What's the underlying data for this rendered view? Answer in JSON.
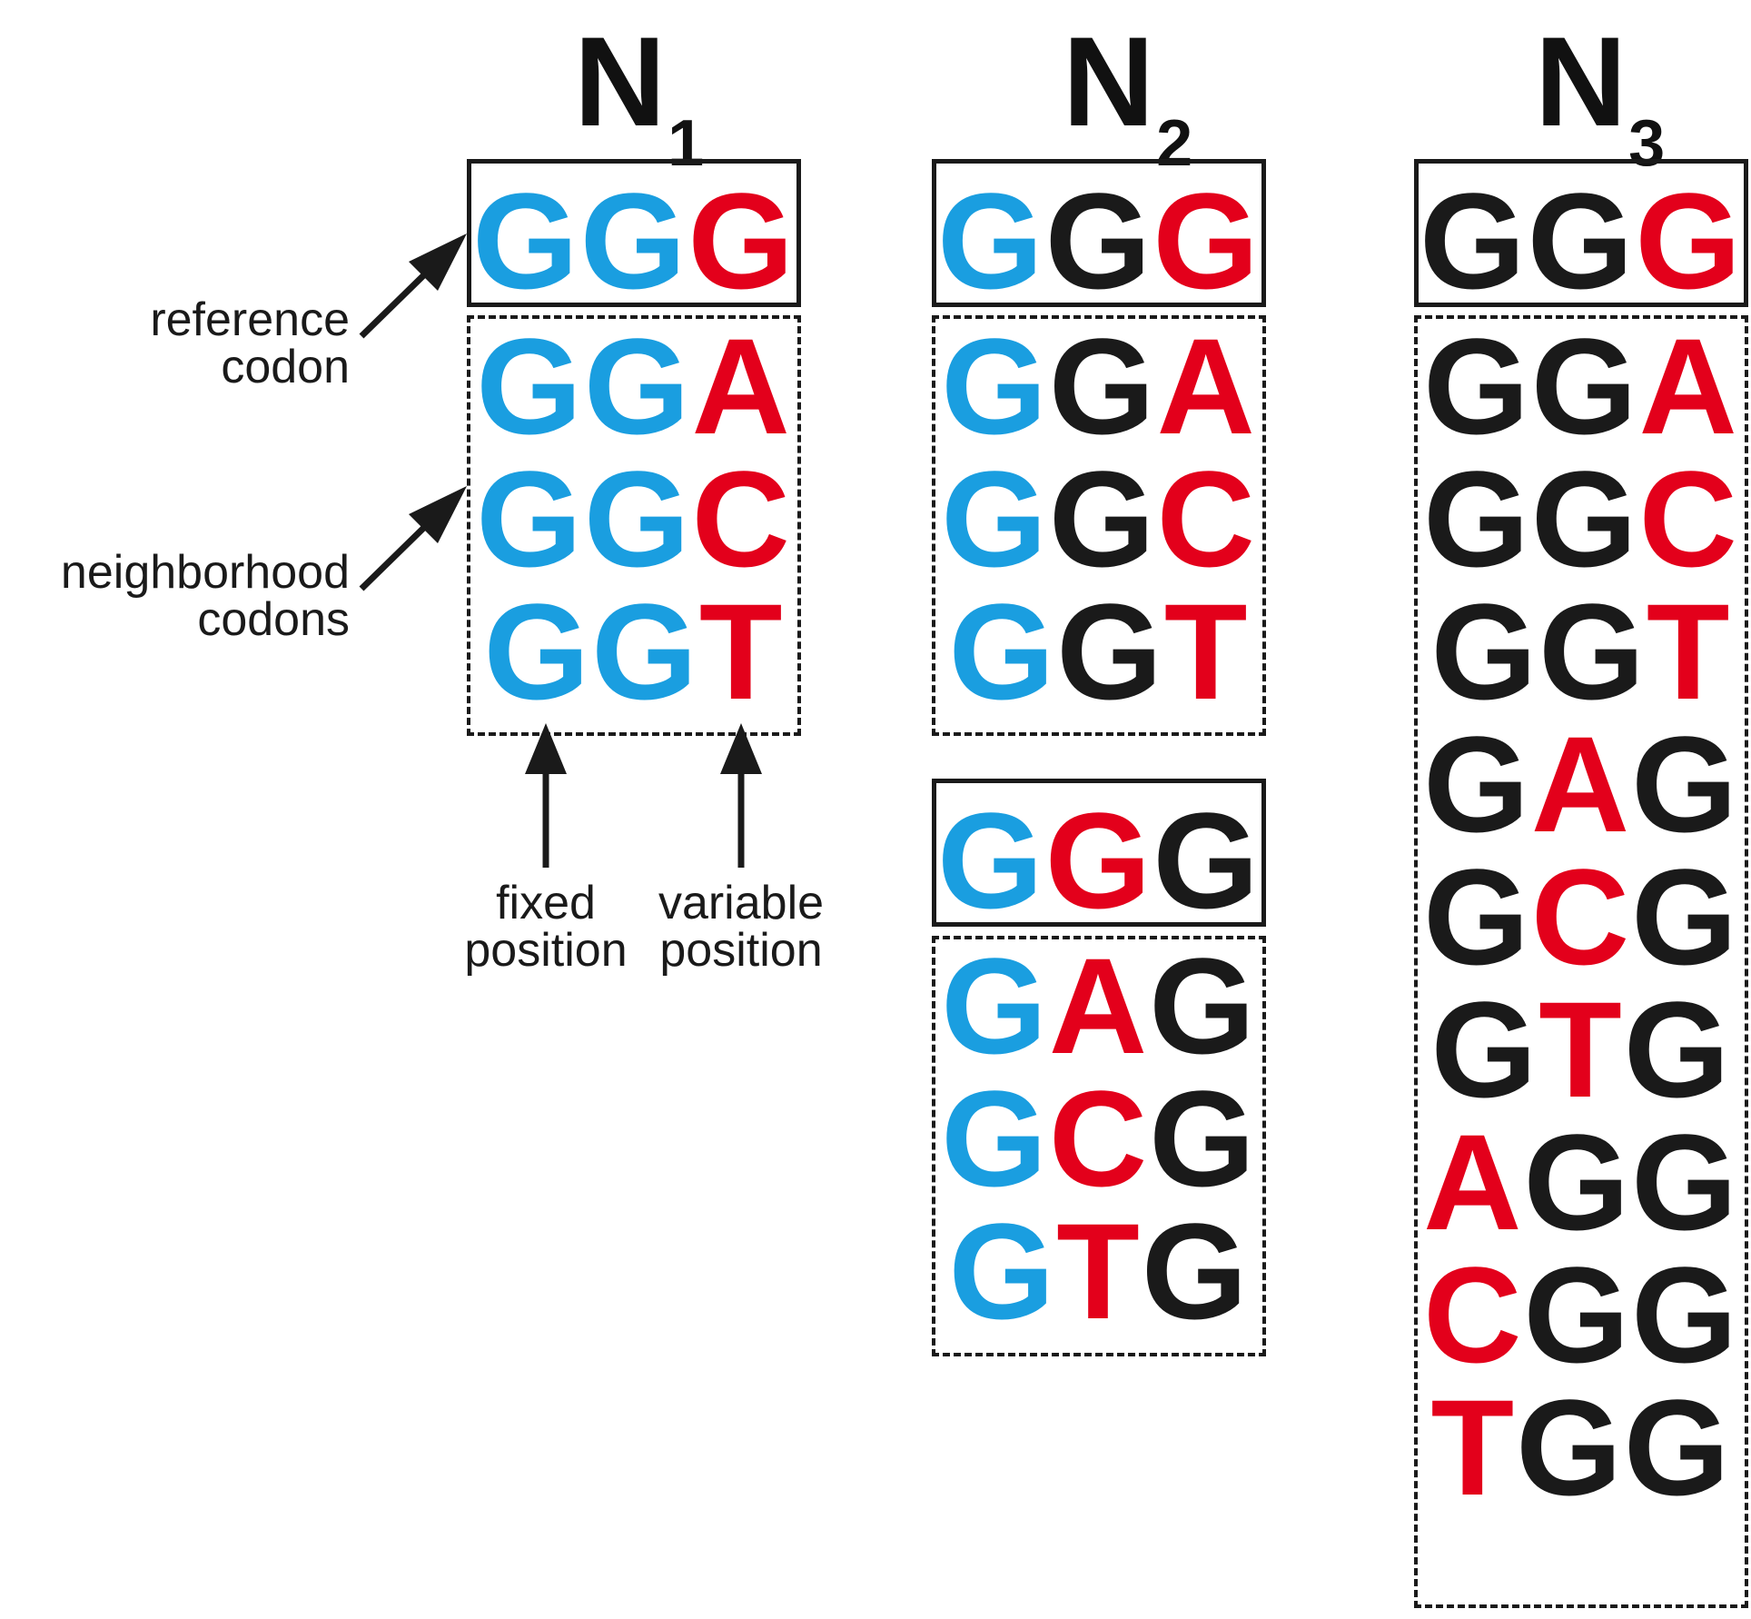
{
  "colors": {
    "fixed": "#1a9ee0",
    "variable": "#e3001b",
    "other": "#1a1a1a"
  },
  "columns": [
    {
      "heading": {
        "letter": "N",
        "subscript": "1"
      },
      "groups": [
        {
          "reference": {
            "letters": [
              "G",
              "G",
              "G"
            ],
            "roles": [
              "fixed",
              "fixed",
              "variable"
            ]
          },
          "neighbors": [
            {
              "letters": [
                "G",
                "G",
                "A"
              ],
              "roles": [
                "fixed",
                "fixed",
                "variable"
              ]
            },
            {
              "letters": [
                "G",
                "G",
                "C"
              ],
              "roles": [
                "fixed",
                "fixed",
                "variable"
              ]
            },
            {
              "letters": [
                "G",
                "G",
                "T"
              ],
              "roles": [
                "fixed",
                "fixed",
                "variable"
              ]
            }
          ]
        }
      ]
    },
    {
      "heading": {
        "letter": "N",
        "subscript": "2"
      },
      "groups": [
        {
          "reference": {
            "letters": [
              "G",
              "G",
              "G"
            ],
            "roles": [
              "fixed",
              "other",
              "variable"
            ]
          },
          "neighbors": [
            {
              "letters": [
                "G",
                "G",
                "A"
              ],
              "roles": [
                "fixed",
                "other",
                "variable"
              ]
            },
            {
              "letters": [
                "G",
                "G",
                "C"
              ],
              "roles": [
                "fixed",
                "other",
                "variable"
              ]
            },
            {
              "letters": [
                "G",
                "G",
                "T"
              ],
              "roles": [
                "fixed",
                "other",
                "variable"
              ]
            }
          ]
        },
        {
          "reference": {
            "letters": [
              "G",
              "G",
              "G"
            ],
            "roles": [
              "fixed",
              "variable",
              "other"
            ]
          },
          "neighbors": [
            {
              "letters": [
                "G",
                "A",
                "G"
              ],
              "roles": [
                "fixed",
                "variable",
                "other"
              ]
            },
            {
              "letters": [
                "G",
                "C",
                "G"
              ],
              "roles": [
                "fixed",
                "variable",
                "other"
              ]
            },
            {
              "letters": [
                "G",
                "T",
                "G"
              ],
              "roles": [
                "fixed",
                "variable",
                "other"
              ]
            }
          ]
        }
      ]
    },
    {
      "heading": {
        "letter": "N",
        "subscript": "3"
      },
      "groups": [
        {
          "reference": {
            "letters": [
              "G",
              "G",
              "G"
            ],
            "roles": [
              "other",
              "other",
              "variable"
            ]
          },
          "neighbors": [
            {
              "letters": [
                "G",
                "G",
                "A"
              ],
              "roles": [
                "other",
                "other",
                "variable"
              ]
            },
            {
              "letters": [
                "G",
                "G",
                "C"
              ],
              "roles": [
                "other",
                "other",
                "variable"
              ]
            },
            {
              "letters": [
                "G",
                "G",
                "T"
              ],
              "roles": [
                "other",
                "other",
                "variable"
              ]
            },
            {
              "letters": [
                "G",
                "A",
                "G"
              ],
              "roles": [
                "other",
                "variable",
                "other"
              ]
            },
            {
              "letters": [
                "G",
                "C",
                "G"
              ],
              "roles": [
                "other",
                "variable",
                "other"
              ]
            },
            {
              "letters": [
                "G",
                "T",
                "G"
              ],
              "roles": [
                "other",
                "variable",
                "other"
              ]
            },
            {
              "letters": [
                "A",
                "G",
                "G"
              ],
              "roles": [
                "variable",
                "other",
                "other"
              ]
            },
            {
              "letters": [
                "C",
                "G",
                "G"
              ],
              "roles": [
                "variable",
                "other",
                "other"
              ]
            },
            {
              "letters": [
                "T",
                "G",
                "G"
              ],
              "roles": [
                "variable",
                "other",
                "other"
              ]
            }
          ]
        }
      ]
    }
  ],
  "annotations": {
    "reference_codon": "reference\ncodon",
    "neighborhood_codons": "neighborhood\ncodons",
    "fixed_position": "fixed\nposition",
    "variable_position": "variable\nposition"
  }
}
